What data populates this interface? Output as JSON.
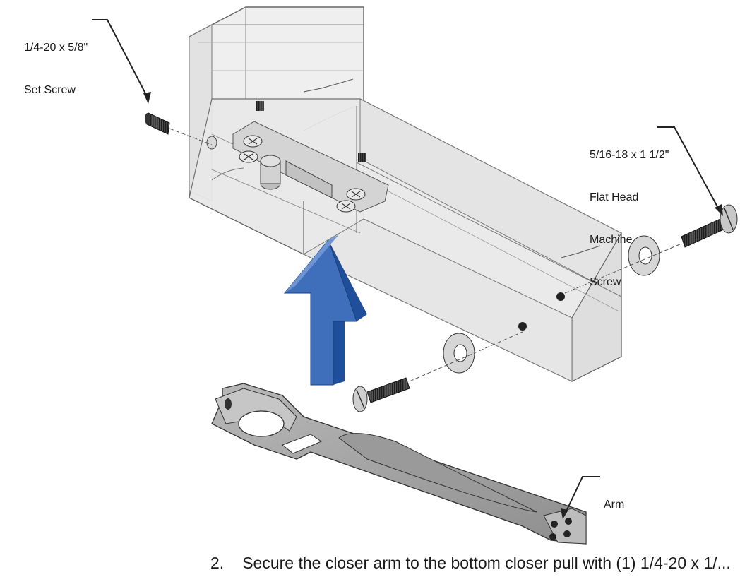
{
  "callouts": {
    "set_screw": [
      "1/4-20 x 5/8\"",
      "Set Screw"
    ],
    "flat_head_screw": [
      "5/16-18 x 1 1/2\"",
      "Flat Head",
      "Machine",
      "Screw"
    ],
    "arm": [
      "Arm"
    ]
  },
  "caption": {
    "step_number": "2.",
    "text": "Secure the closer arm to the bottom closer pull with (1) 1/4-20 x 1/..."
  },
  "colors": {
    "arrow_front": "#3f6fba",
    "arrow_side": "#1f4f9a",
    "housing_fill": "#ececec",
    "arm_fill": "#a8a8a8"
  }
}
